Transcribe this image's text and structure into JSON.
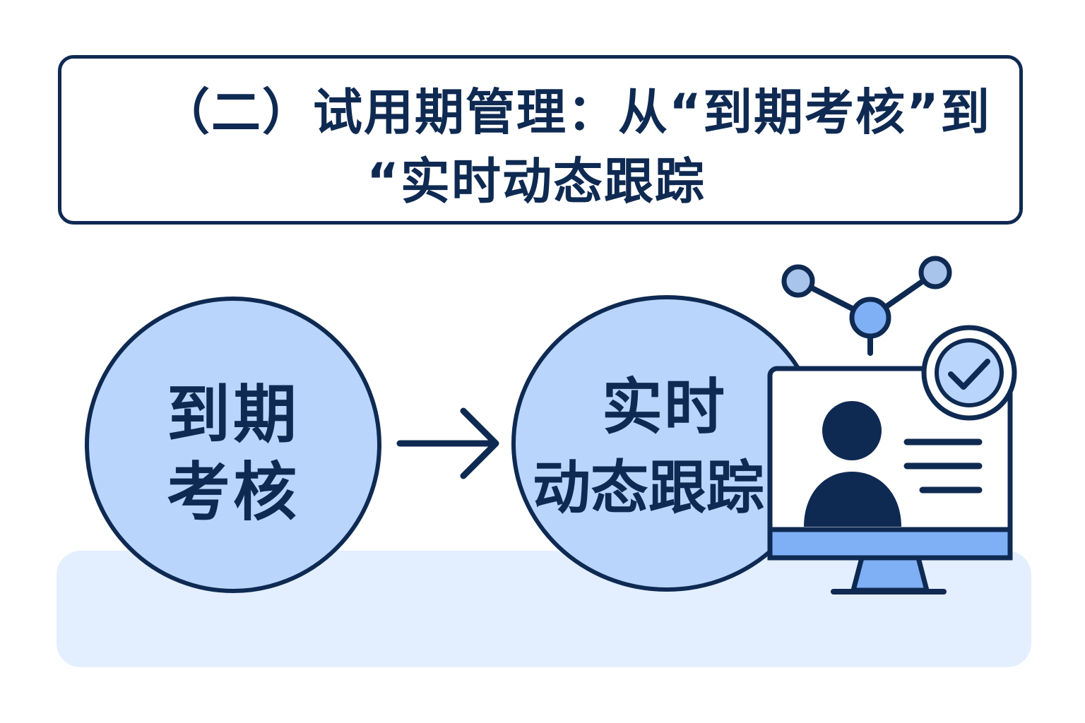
{
  "title": {
    "line1": "（二）试用期管理：从“到期考核”到",
    "line2": "“实时动态跟踪"
  },
  "left_circle": {
    "line1": "到期",
    "line2": "考核"
  },
  "right_circle": {
    "line1": "实时",
    "line2": "动态跟踪"
  },
  "icons": {
    "arrow": "arrow-right-icon",
    "network": "network-nodes-icon",
    "monitor": "monitor-icon",
    "person": "person-avatar-icon",
    "check": "check-circle-icon"
  },
  "colors": {
    "navy": "#0f2a52",
    "circle_fill": "#b9d5fb",
    "band_fill": "#e3efff",
    "accent_blue": "#7fb0f5",
    "node_fill": "#a8c4ea"
  }
}
